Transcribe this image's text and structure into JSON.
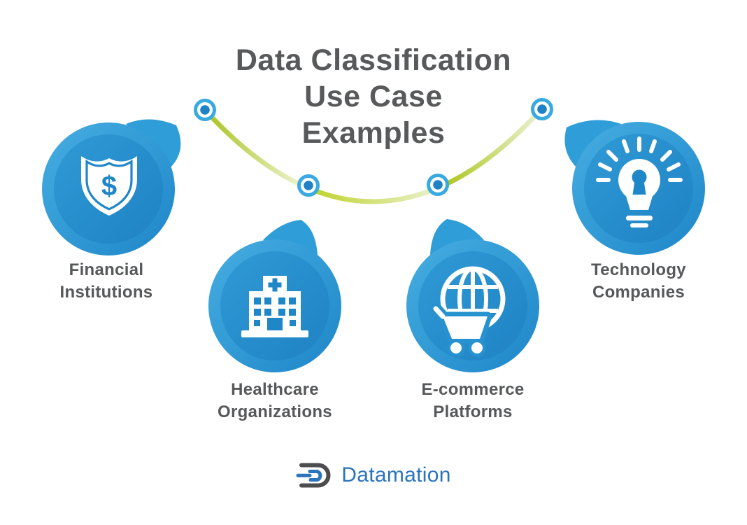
{
  "title": {
    "line1": "Data Classification",
    "line2": "Use Case",
    "line3": "Examples"
  },
  "items": [
    {
      "name": "financial-institutions",
      "icon": "shield-dollar-icon",
      "line1": "Financial",
      "line2": "Institutions",
      "symbol": "$"
    },
    {
      "name": "healthcare-organizations",
      "icon": "hospital-icon",
      "line1": "Healthcare",
      "line2": "Organizations"
    },
    {
      "name": "e-commerce-platforms",
      "icon": "globe-cart-icon",
      "line1": "E-commerce",
      "line2": "Platforms"
    },
    {
      "name": "technology-companies",
      "icon": "lightbulb-icon",
      "line1": "Technology",
      "line2": "Companies"
    }
  ],
  "footer": {
    "brand": "Datamation"
  },
  "colors": {
    "title_text": "#58595B",
    "label_text": "#57585A",
    "bubble_blue_light": "#46AEE1",
    "bubble_blue_dark": "#1E86C8",
    "icon_detail_blue": "#1F86C8",
    "node_ring_blue": "#38A9E1",
    "node_dot_blue": "#1F82C6",
    "curve_lime": "#AFC91F",
    "curve_lime_light": "#EDF2D6",
    "logo_gray": "#4D4D4F",
    "logo_blue": "#2B74BC"
  }
}
